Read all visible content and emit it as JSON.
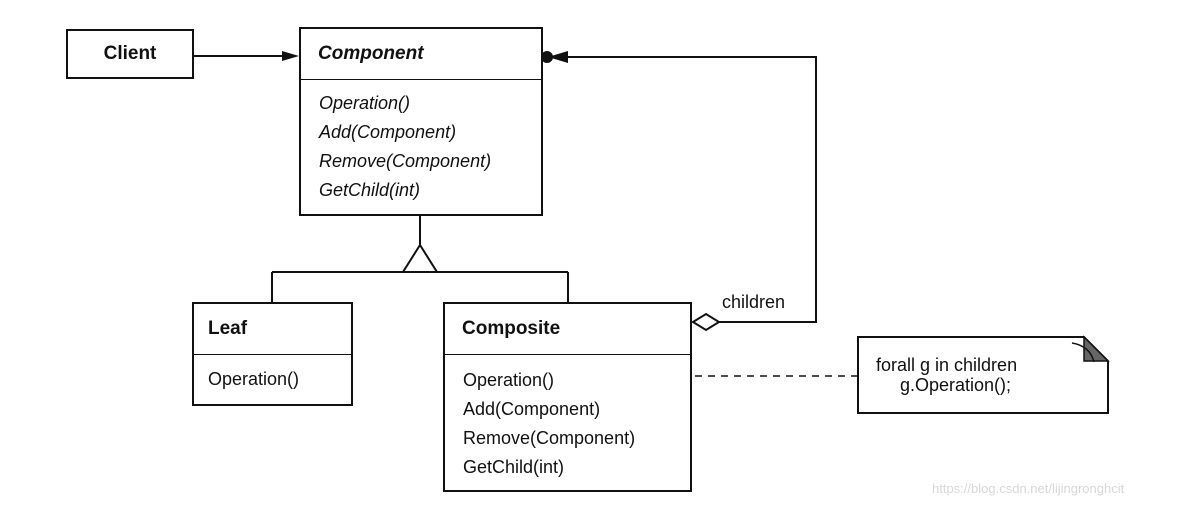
{
  "client": {
    "name": "Client"
  },
  "component": {
    "name": "Component",
    "operations": [
      "Operation()",
      "Add(Component)",
      "Remove(Component)",
      "GetChild(int)"
    ]
  },
  "leaf": {
    "name": "Leaf",
    "operations": [
      "Operation()"
    ]
  },
  "composite": {
    "name": "Composite",
    "operations": [
      "Operation()",
      "Add(Component)",
      "Remove(Component)",
      "GetChild(int)"
    ]
  },
  "children_label": "children",
  "note": {
    "line1": "forall g in children",
    "line2": "g.Operation();"
  },
  "watermark": "https://blog.csdn.net/lijingronghcit"
}
